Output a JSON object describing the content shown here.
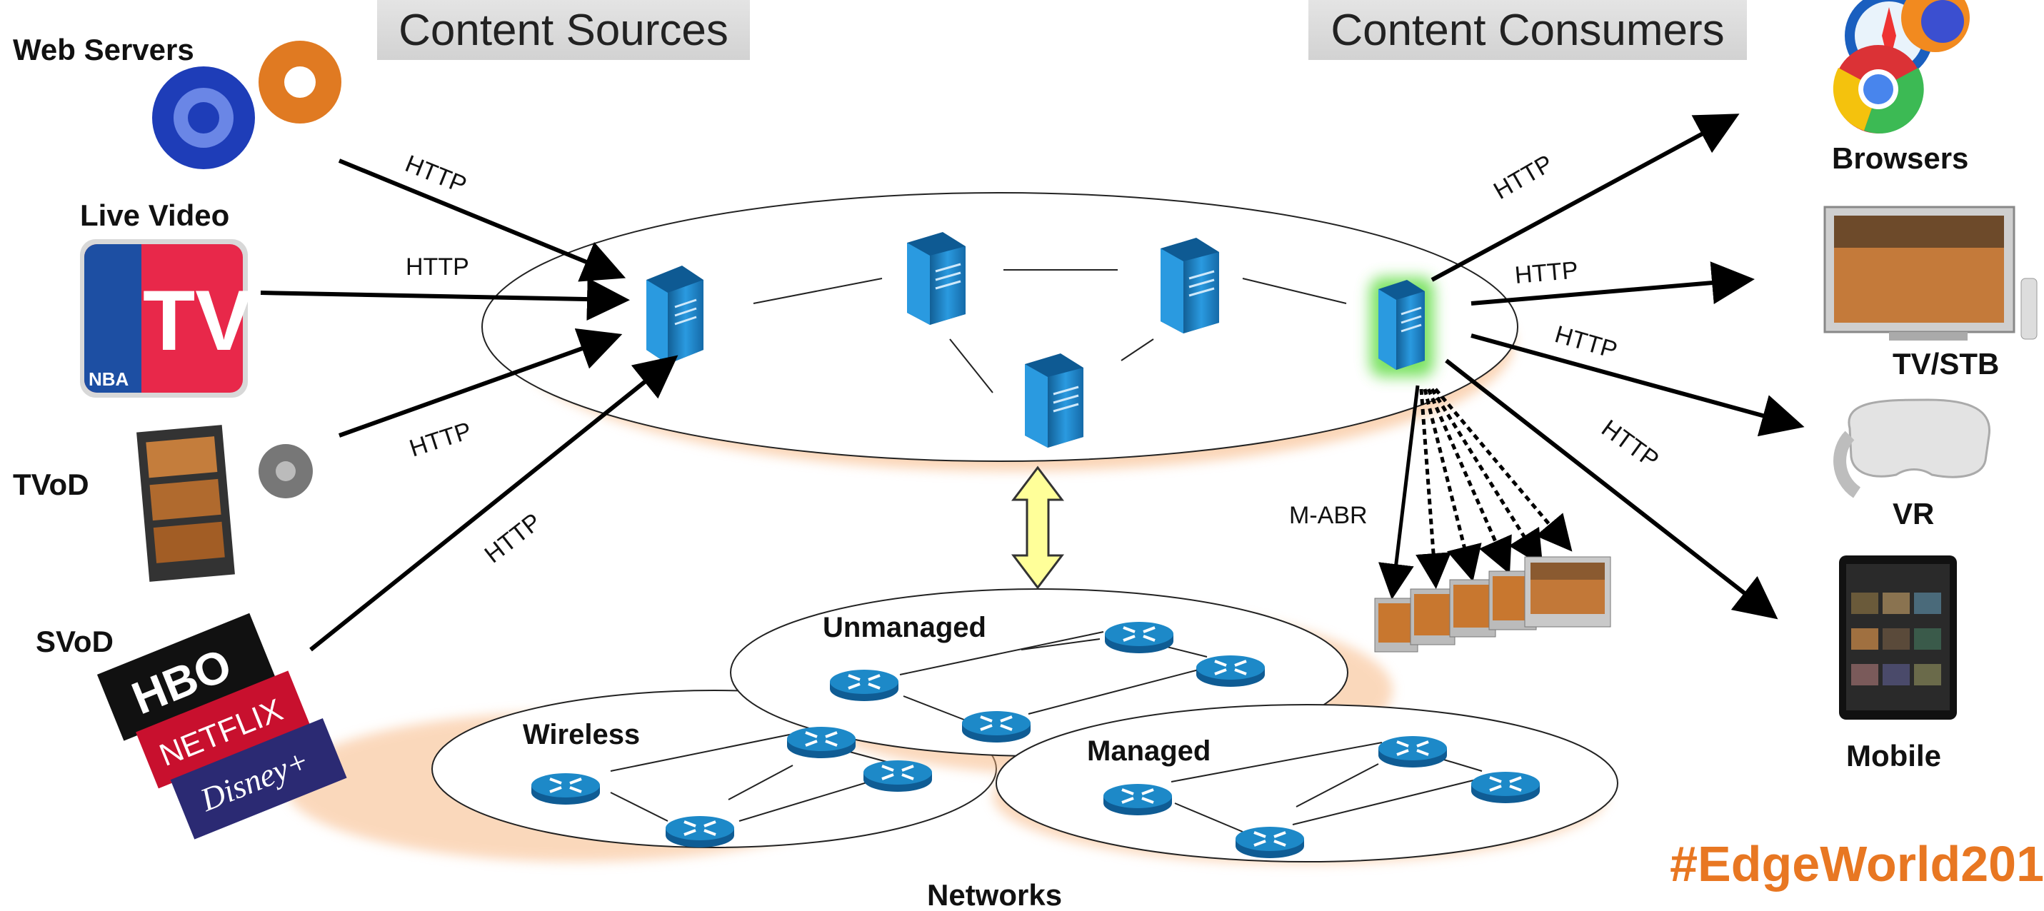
{
  "headers": {
    "sources": "Content Sources",
    "consumers": "Content Consumers"
  },
  "sources": {
    "web_servers": "Web Servers",
    "live_video": "Live Video",
    "tvod": "TVoD",
    "svod": "SVoD",
    "live_video_logo_text": "TV",
    "live_video_logo_sub": "NBA",
    "svod_logos": [
      "HBO",
      "NETFLIX",
      "Disney+"
    ]
  },
  "consumers": {
    "browsers": "Browsers",
    "tv_stb": "TV/STB",
    "vr": "VR",
    "mobile": "Mobile"
  },
  "protocols": {
    "http": "HTTP",
    "mabr": "M-ABR"
  },
  "networks": {
    "unmanaged": "Unmanaged",
    "wireless": "Wireless",
    "managed": "Managed",
    "title": "Networks"
  },
  "hashtag": "#EdgeWorld201",
  "colors": {
    "server_blue": "#1c7fc4",
    "router_blue": "#1d89c8",
    "glow_green": "#5bdc3c",
    "shadow_orange": "#f7b27a",
    "sync_arrow_yellow": "#ffff99",
    "hashtag_orange": "#e87722"
  }
}
